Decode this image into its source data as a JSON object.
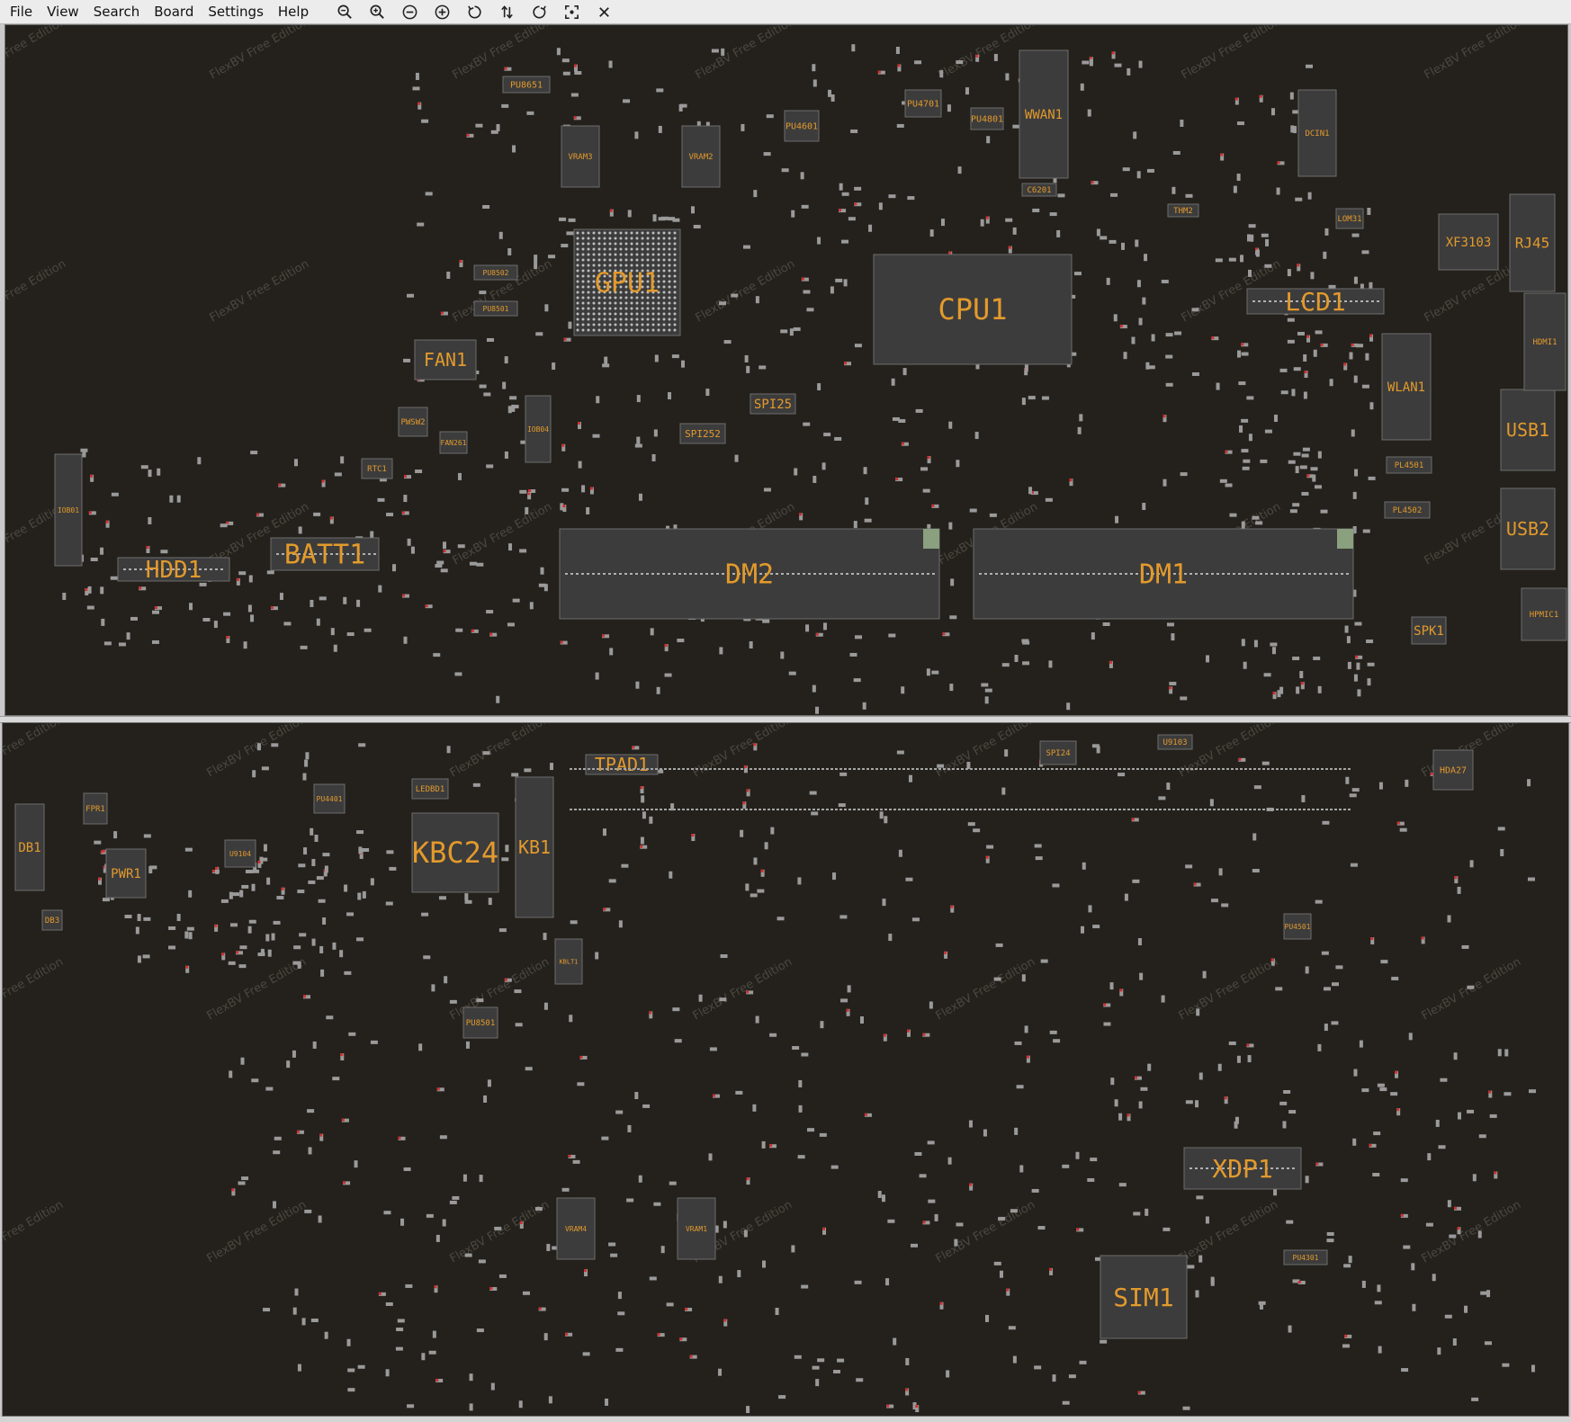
{
  "menu": [
    "File",
    "View",
    "Search",
    "Board",
    "Settings",
    "Help"
  ],
  "toolbar": [
    {
      "name": "zoom-out-icon",
      "glyph": "zoom-out"
    },
    {
      "name": "zoom-in-icon",
      "glyph": "zoom-in"
    },
    {
      "name": "zoom-minus-icon",
      "glyph": "minus-circle"
    },
    {
      "name": "zoom-plus-icon",
      "glyph": "plus-circle"
    },
    {
      "name": "rotate-left-icon",
      "glyph": "rotate-left"
    },
    {
      "name": "flip-icon",
      "glyph": "flip"
    },
    {
      "name": "rotate-right-icon",
      "glyph": "rotate-right"
    },
    {
      "name": "fit-view-icon",
      "glyph": "fit"
    },
    {
      "name": "close-icon",
      "glyph": "close"
    }
  ],
  "watermark": "FlexBV Free Edition",
  "colors": {
    "board": "#24211c",
    "label": "#e39a2c",
    "part": "#3c3c3c",
    "pad_green": "#8aa07e",
    "pad_red": "#d03030",
    "pad_blue": "#2f4fc8"
  },
  "top_side": {
    "components": [
      "GPU1",
      "CPU1",
      "LCD1",
      "DM2",
      "DM1",
      "HDD1",
      "BATT1",
      "FAN1",
      "USB1",
      "USB2",
      "RJ45",
      "WWAN1",
      "WLAN1",
      "XF3103",
      "SPI25",
      "SPI252",
      "PU8651",
      "PU4601",
      "PU4701",
      "PU4801",
      "VRAM3",
      "VRAM2",
      "DCIN1",
      "LOM31",
      "HDMI1",
      "HPMIC1",
      "SPK1",
      "PL4501",
      "PL4502",
      "IOB01",
      "PWSW2",
      "RTC1",
      "C6201",
      "FAN261",
      "PU8502",
      "PU8501",
      "IOB04",
      "THM2"
    ]
  },
  "bottom_side": {
    "components": [
      "KBC24",
      "KB1",
      "TPAD1",
      "DB1",
      "PWR1",
      "FPR1",
      "DB3",
      "LEDBD1",
      "XDP1",
      "SIM1",
      "HDA27",
      "PU4401",
      "PU8501",
      "U9103",
      "SPI24",
      "VRAM4",
      "VRAM1",
      "KBLT1",
      "U9104",
      "PU4301",
      "PU4501"
    ]
  }
}
